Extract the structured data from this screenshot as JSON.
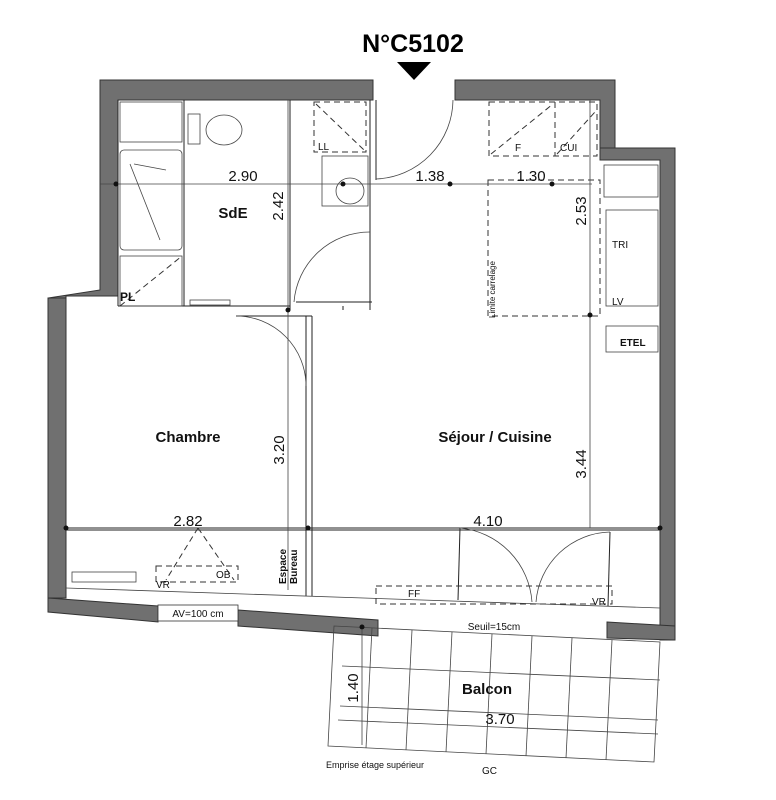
{
  "plan": {
    "apartment_number": "N°C5102",
    "rooms": {
      "bathroom": "SdE",
      "bedroom": "Chambre",
      "living": "Séjour / Cuisine",
      "balcony": "Balcon"
    },
    "dimensions": {
      "bath_width": "2.90",
      "bath_depth": "2.42",
      "entry_width": "1.38",
      "kitchen_width": "1.30",
      "kitchen_depth": "2.53",
      "bedroom_width": "2.82",
      "bedroom_depth": "3.20",
      "living_width": "4.10",
      "living_depth": "3.44",
      "balcony_width": "3.70",
      "balcony_depth": "1.40"
    },
    "fixtures": {
      "ll": "LL",
      "pl": "PL",
      "f": "F",
      "cui": "CUI",
      "tri": "TRI",
      "lv": "LV",
      "etel": "ETEL",
      "vr_left": "VR",
      "ob": "OB",
      "ff": "FF",
      "vr_right": "VR",
      "limite_carrelage": "Limite carrelage",
      "espace": "Espace",
      "bureau": "Bureau",
      "av": "AV=100 cm",
      "seuil": "Seuil=15cm",
      "emprise": "Emprise étage supérieur",
      "gc": "GC"
    }
  }
}
